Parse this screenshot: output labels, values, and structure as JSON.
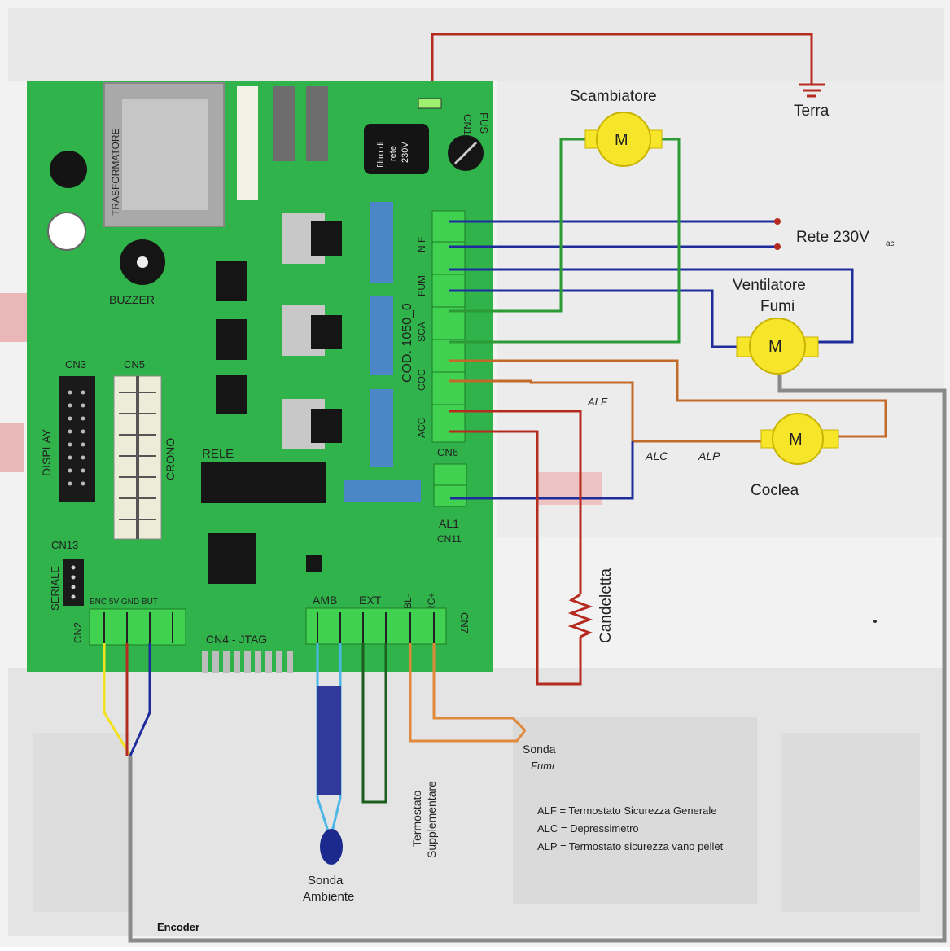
{
  "board": {
    "trasformatore": "TRASFORMATORE",
    "buzzer": "BUZZER",
    "filtro": [
      "filtro di",
      "rete",
      "230V"
    ],
    "cn1": "CN1",
    "fus": "FUS",
    "cod": "COD. 1050_0",
    "cn3": "CN3",
    "cn5": "CN5",
    "display": "DISPLAY",
    "crono": "CRONO",
    "rele": "RELE",
    "cn13": "CN13",
    "seriale": "SERIALE",
    "cn2": "CN2",
    "cn2_pins": "ENC 5V GND BUT",
    "cn4": "CN4 - JTAG",
    "amb": "AMB",
    "ext": "EXT",
    "bl": "BL-",
    "rc": "RC+",
    "cn7": "CN7",
    "cn6": "CN6",
    "al1": "AL1",
    "cn11": "CN11",
    "terminals": [
      "N F",
      "FUM",
      "SCA",
      "COC",
      "ACC"
    ]
  },
  "external": {
    "scambiatore": "Scambiatore",
    "terra": "Terra",
    "rete": "Rete 230V",
    "rete_sub": "ac",
    "ventilatore": [
      "Ventilatore",
      "Fumi"
    ],
    "coclea": "Coclea",
    "motor_symbol": "M",
    "alf": "ALF",
    "alc": "ALC",
    "alp": "ALP",
    "candeletta": "Candeletta",
    "sonda_fumi": [
      "Sonda",
      "Fumi"
    ],
    "termostato": [
      "Termostato",
      "Supplementare"
    ],
    "sonda_ambiente": [
      "Sonda",
      "Ambiente"
    ],
    "encoder": "Encoder"
  },
  "legend": [
    "ALF = Termostato Sicurezza Generale",
    "ALC = Depressimetro",
    "ALP = Termostato sicurezza vano pellet"
  ],
  "colors": {
    "board": "#2fb34a",
    "terminal": "#3fd14f",
    "motor": "#f7e52a",
    "wire_blue": "#1f2d9c",
    "wire_green": "#2e9a35",
    "wire_red": "#b52b1f",
    "wire_orange": "#c26a2a",
    "wire_gray": "#8a8a8a",
    "wire_yellow": "#f2e21c"
  }
}
